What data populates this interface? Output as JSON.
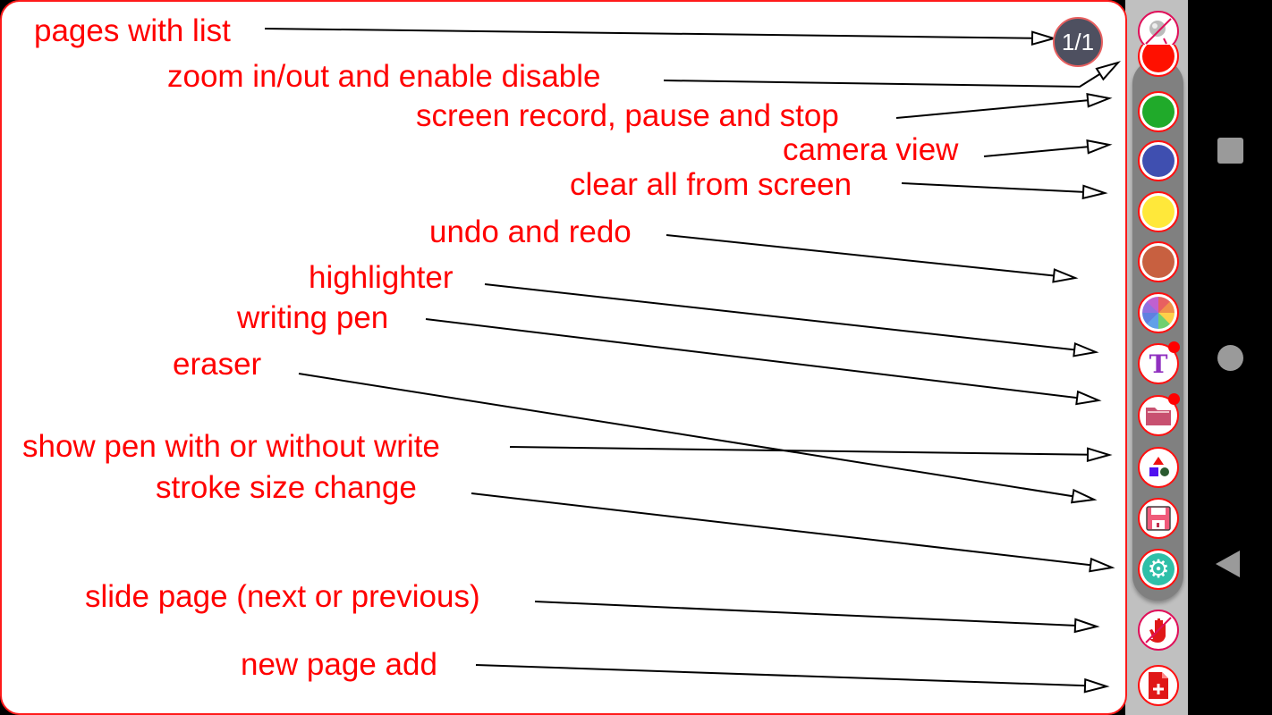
{
  "page_indicator": "1/1",
  "labels": [
    "pages with list",
    "zoom in/out and enable disable",
    "screen record, pause and stop",
    "camera view",
    "clear all from screen",
    "undo and redo",
    "highlighter",
    "writing pen",
    "eraser",
    "show pen with or without write",
    "stroke size change",
    "slide page (next or previous)",
    "new page add"
  ],
  "colors": {
    "accent": "#ff0000",
    "green": "#20aa2a",
    "blue": "#3f4fb0",
    "yellow": "#ffe83a",
    "brown": "#c86040",
    "gear": "#2fbfa8"
  },
  "toolbar": [
    "camera-off-icon",
    "red-color",
    "green-color",
    "blue-color",
    "yellow-color",
    "brown-color",
    "color-palette-icon",
    "text-icon",
    "folder-icon",
    "shapes-icon",
    "save-icon",
    "settings-icon",
    "hand-off-icon",
    "new-page-icon"
  ],
  "navbar": [
    "recent-apps-icon",
    "home-icon",
    "back-icon"
  ]
}
